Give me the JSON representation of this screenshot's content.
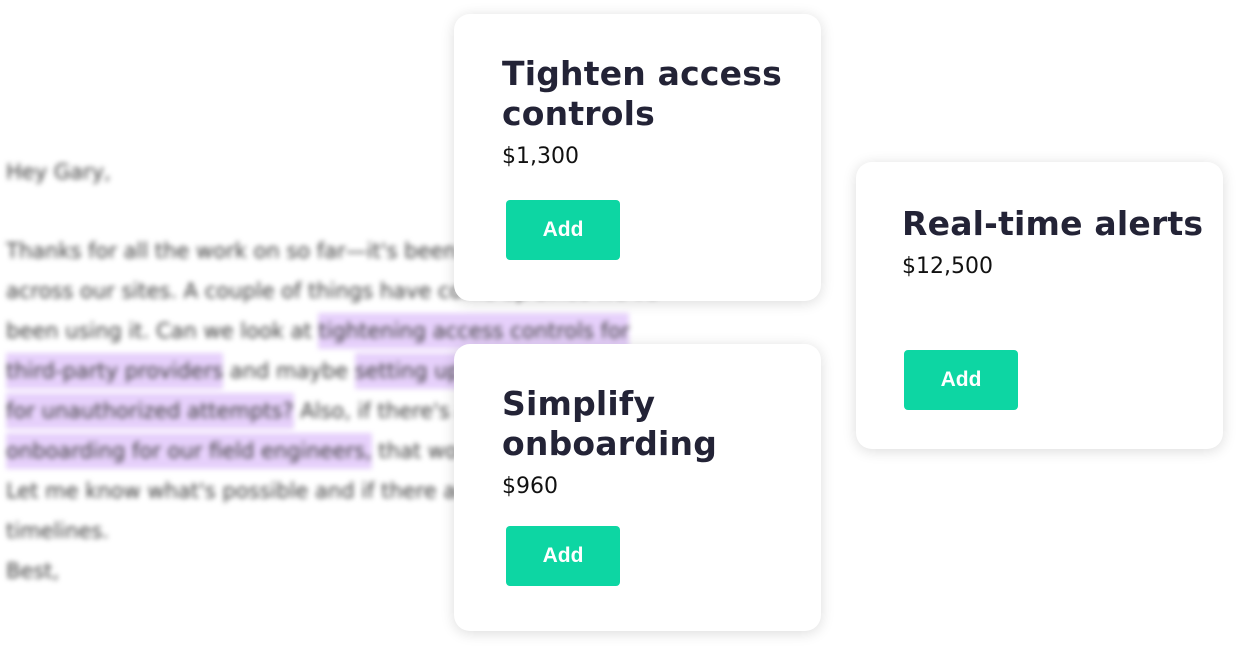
{
  "email": {
    "greeting": "Hey Gary,",
    "lines": [
      [
        {
          "t": "Thanks for all the work on so far—it's been"
        }
      ],
      [
        {
          "t": "across our sites. A couple of things have come up since we've"
        }
      ],
      [
        {
          "t": "been using it. Can we look at "
        },
        {
          "t": "tightening access controls for",
          "hl": true
        }
      ],
      [
        {
          "t": "third-party providers",
          "hl": true
        },
        {
          "t": " and maybe "
        },
        {
          "t": "setting up alerts",
          "hl": true
        }
      ],
      [
        {
          "t": "for unauthorized attempts?",
          "hl": true
        },
        {
          "t": " Also, if there's a way to"
        }
      ],
      [
        {
          "t": "onboarding for our field engineers,",
          "hl": true
        },
        {
          "t": " that would help."
        }
      ],
      [
        {
          "t": "Let me know what's possible and if there are any costs or"
        }
      ],
      [
        {
          "t": "timelines."
        }
      ],
      [
        {
          "t": "Best,"
        }
      ]
    ]
  },
  "cards": [
    {
      "title": "Tighten access controls",
      "price": "$1,300",
      "button_label": "Add"
    },
    {
      "title": "Simplify onboarding",
      "price": "$960",
      "button_label": "Add"
    },
    {
      "title": "Real-time alerts",
      "price": "$12,500",
      "button_label": "Add"
    }
  ],
  "colors": {
    "highlight": "#e6d0fb",
    "button": "#0dd6a3",
    "title_text": "#232336"
  }
}
